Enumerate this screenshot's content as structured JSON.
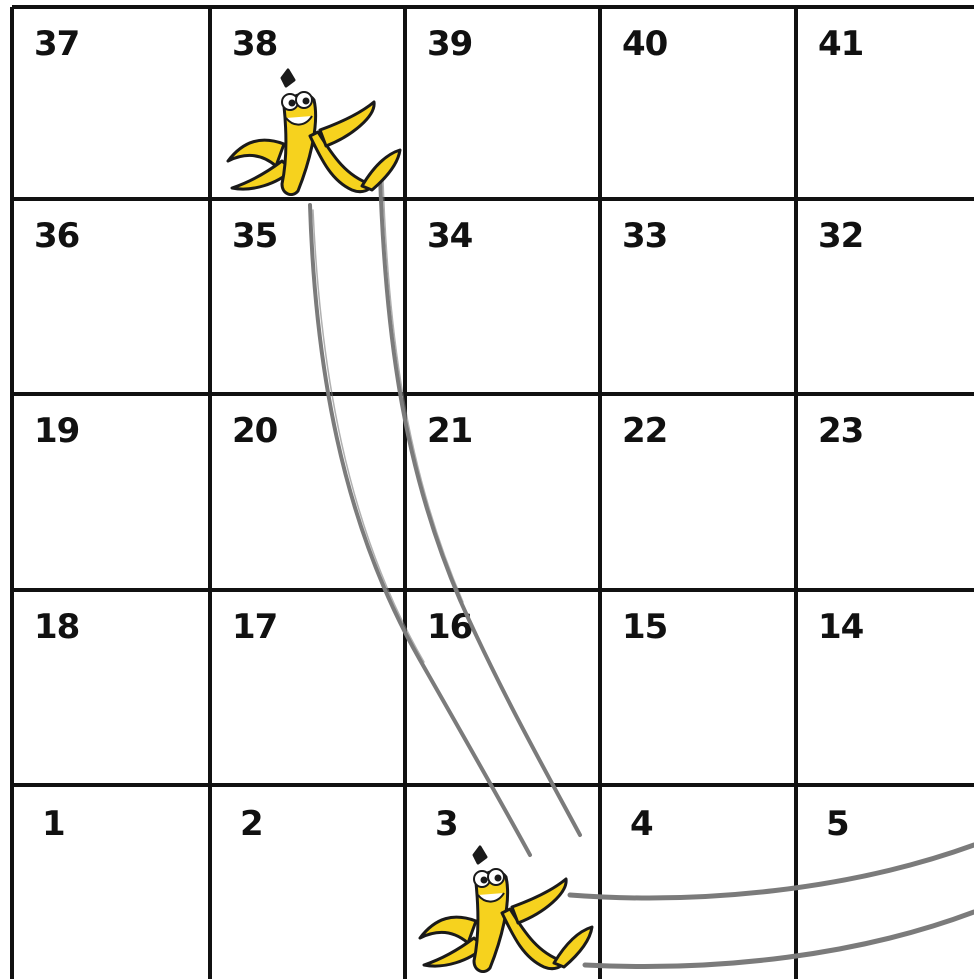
{
  "board": {
    "rows": [
      [
        37,
        38,
        39,
        40,
        41
      ],
      [
        36,
        35,
        34,
        33,
        32
      ],
      [
        19,
        20,
        21,
        22,
        23
      ],
      [
        18,
        17,
        16,
        15,
        14
      ],
      [
        1,
        2,
        3,
        4,
        5
      ]
    ]
  },
  "banana_peels": [
    {
      "name": "banana-peel-top",
      "square": 38
    },
    {
      "name": "banana-peel-bottom",
      "square": 3
    }
  ],
  "colors": {
    "grid_line": "#111111",
    "peel_yellow": "#f6d21e",
    "peel_outline": "#1a1a1a",
    "slide_track": "#7a7a7a"
  }
}
